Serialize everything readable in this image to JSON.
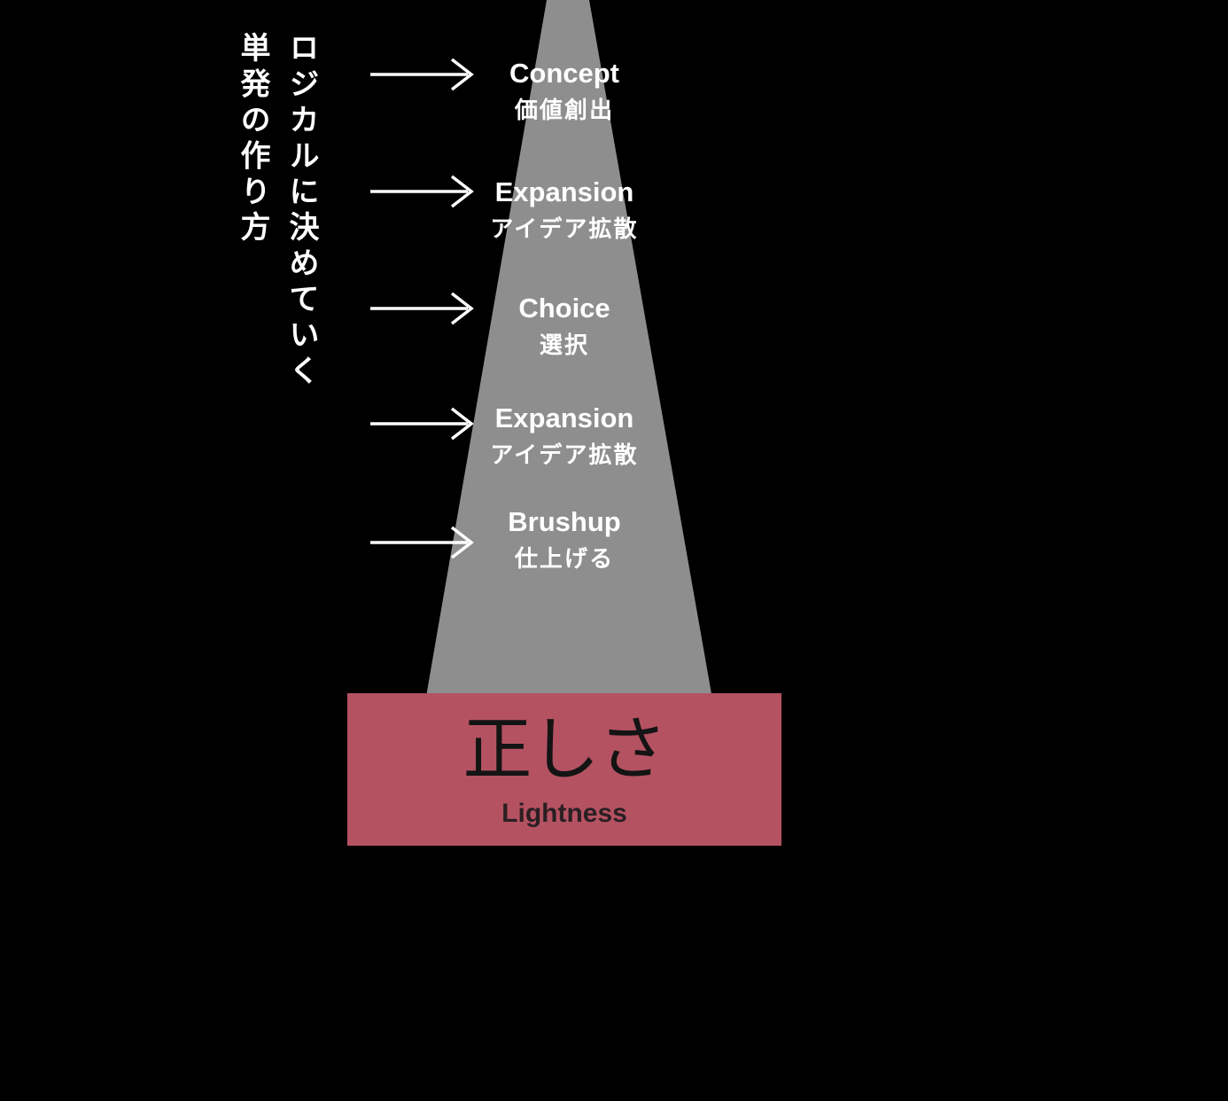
{
  "slide": {
    "background": "#000000",
    "side_note": {
      "lines": [
        "ロジカルに決めていく",
        "単発の作り方"
      ],
      "color": "#ffffff"
    },
    "funnel": {
      "color": "#8e8e8e",
      "label_color": "#ffffff",
      "stages": [
        {
          "en": "Concept",
          "ja": "価値創出"
        },
        {
          "en": "Expansion",
          "ja": "アイデア拡散"
        },
        {
          "en": "Choice",
          "ja": "選択"
        },
        {
          "en": "Expansion",
          "ja": "アイデア拡散"
        },
        {
          "en": "Brushup",
          "ja": "仕上げる"
        }
      ]
    },
    "arrows": {
      "color": "#ffffff"
    },
    "base_block": {
      "title_ja": "正しさ",
      "title_en": "Lightness",
      "background": "#b45262",
      "title_color": "#141414",
      "subtitle_color": "#2a1f23"
    }
  }
}
